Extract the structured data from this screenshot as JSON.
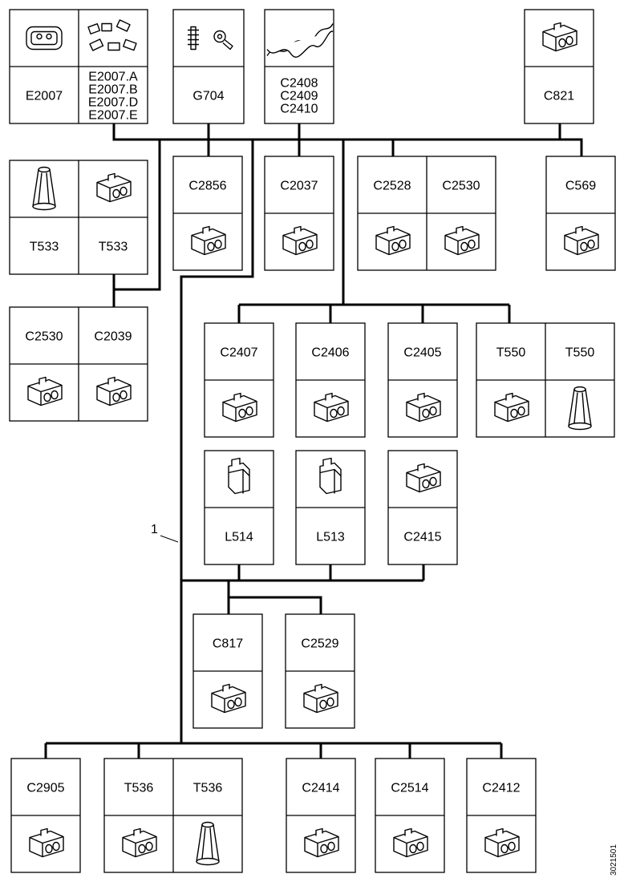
{
  "callout": "1",
  "side_code": "3021501",
  "top_row": [
    {
      "id": "e2007",
      "cells": [
        {
          "icon": "sealed-connector-icon",
          "label": "E2007"
        },
        {
          "icon": "terminal-set-icon",
          "lines": [
            "E2007.A",
            "E2007.B",
            "E2007.D",
            "E2007.E"
          ]
        }
      ]
    },
    {
      "id": "g704",
      "cells": [
        {
          "icon": "ground-eyelet-icon",
          "label": "G704"
        }
      ]
    },
    {
      "id": "c2408",
      "cells": [
        {
          "icon": "twisted-pair-icon",
          "lines": [
            "C2408",
            "C2409",
            "C2410"
          ]
        }
      ]
    },
    {
      "id": "c821",
      "cells": [
        {
          "icon": "connector-icon",
          "label": "C821"
        }
      ]
    }
  ],
  "row2": [
    {
      "id": "t533",
      "cells": [
        {
          "icon": "splice-cap-icon",
          "label": "T533"
        },
        {
          "icon": "connector-icon",
          "label": "T533"
        }
      ]
    },
    {
      "id": "c2856",
      "cells": [
        {
          "label": "C2856",
          "icon": "connector-icon"
        }
      ]
    },
    {
      "id": "c2037",
      "cells": [
        {
          "label": "C2037",
          "icon": "connector-icon"
        }
      ]
    },
    {
      "id": "c2528",
      "cells": [
        {
          "label": "C2528",
          "icon": "connector-icon"
        },
        {
          "label": "C2530",
          "icon": "connector-icon"
        }
      ]
    },
    {
      "id": "c569",
      "cells": [
        {
          "label": "C569",
          "icon": "connector-icon"
        }
      ]
    }
  ],
  "left_mid": [
    {
      "id": "c2530",
      "cells": [
        {
          "label": "C2530",
          "icon": "connector-icon"
        },
        {
          "label": "C2039",
          "icon": "connector-icon"
        }
      ]
    }
  ],
  "row3": [
    {
      "id": "c2407",
      "cells": [
        {
          "label": "C2407",
          "icon": "connector-icon"
        }
      ]
    },
    {
      "id": "c2406",
      "cells": [
        {
          "label": "C2406",
          "icon": "connector-icon"
        }
      ]
    },
    {
      "id": "c2405",
      "cells": [
        {
          "label": "C2405",
          "icon": "connector-icon"
        }
      ]
    },
    {
      "id": "t550",
      "cells": [
        {
          "label": "T550",
          "icon": "connector-icon"
        },
        {
          "label": "T550",
          "icon": "splice-cap-icon"
        }
      ]
    }
  ],
  "row4": [
    {
      "id": "l514",
      "cells": [
        {
          "icon": "lamp-socket-icon",
          "label": "L514"
        }
      ]
    },
    {
      "id": "l513",
      "cells": [
        {
          "icon": "lamp-socket-icon",
          "label": "L513"
        }
      ]
    },
    {
      "id": "c2415",
      "cells": [
        {
          "icon": "connector-icon",
          "label": "C2415"
        }
      ]
    }
  ],
  "row5": [
    {
      "id": "c817",
      "cells": [
        {
          "label": "C817",
          "icon": "connector-icon"
        }
      ]
    },
    {
      "id": "c2529",
      "cells": [
        {
          "label": "C2529",
          "icon": "connector-icon"
        }
      ]
    }
  ],
  "bottom_row": [
    {
      "id": "c2905",
      "cells": [
        {
          "label": "C2905",
          "icon": "connector-icon"
        }
      ]
    },
    {
      "id": "t536",
      "cells": [
        {
          "label": "T536",
          "icon": "connector-icon"
        },
        {
          "label": "T536",
          "icon": "splice-cap-icon"
        }
      ]
    },
    {
      "id": "c2414",
      "cells": [
        {
          "label": "C2414",
          "icon": "connector-icon"
        }
      ]
    },
    {
      "id": "c2514",
      "cells": [
        {
          "label": "C2514",
          "icon": "connector-icon"
        }
      ]
    },
    {
      "id": "c2412",
      "cells": [
        {
          "label": "C2412",
          "icon": "connector-icon"
        }
      ]
    }
  ]
}
